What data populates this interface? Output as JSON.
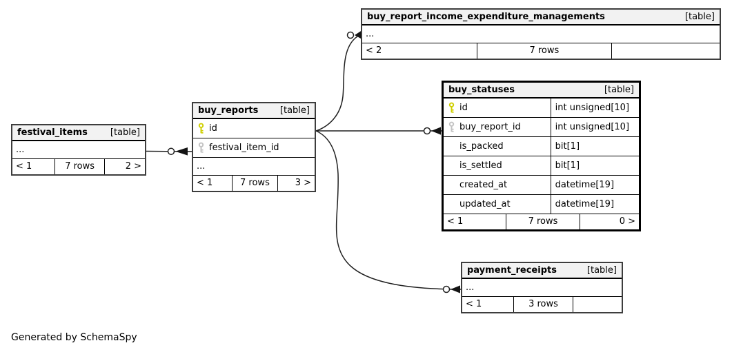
{
  "diagram": {
    "generator_note": "Generated by SchemaSpy",
    "type": "entity-relationship-diagram"
  },
  "colors": {
    "primary_key_icon": "#cfcf00",
    "foreign_key_icon": "#c3c3c3",
    "header_background": "#f2f2f2",
    "table_border": "#3d3d3d",
    "highlighted_table_border": "#000000"
  },
  "icons": {
    "primary_key": "key-icon",
    "foreign_key": "key-icon"
  },
  "tables": {
    "birem": {
      "title": "buy_report_income_expenditure_managements",
      "type_label": "[table]",
      "ellipsis": "...",
      "footer": {
        "left": "< 2",
        "center": "7 rows",
        "right": ""
      }
    },
    "festival_items": {
      "title": "festival_items",
      "type_label": "[table]",
      "ellipsis": "...",
      "footer": {
        "left": "< 1",
        "center": "7 rows",
        "right": "2 >"
      }
    },
    "buy_reports": {
      "title": "buy_reports",
      "type_label": "[table]",
      "columns": [
        {
          "name": "id",
          "key": "primary"
        },
        {
          "name": "festival_item_id",
          "key": "foreign"
        }
      ],
      "ellipsis": "...",
      "footer": {
        "left": "< 1",
        "center": "7 rows",
        "right": "3 >"
      }
    },
    "buy_statuses": {
      "title": "buy_statuses",
      "type_label": "[table]",
      "columns": [
        {
          "name": "id",
          "type": "int unsigned[10]",
          "key": "primary"
        },
        {
          "name": "buy_report_id",
          "type": "int unsigned[10]",
          "key": "foreign"
        },
        {
          "name": "is_packed",
          "type": "bit[1]",
          "key": "none"
        },
        {
          "name": "is_settled",
          "type": "bit[1]",
          "key": "none"
        },
        {
          "name": "created_at",
          "type": "datetime[19]",
          "key": "none"
        },
        {
          "name": "updated_at",
          "type": "datetime[19]",
          "key": "none"
        }
      ],
      "footer": {
        "left": "< 1",
        "center": "7 rows",
        "right": "0 >"
      }
    },
    "payment_receipts": {
      "title": "payment_receipts",
      "type_label": "[table]",
      "ellipsis": "...",
      "footer": {
        "left": "< 1",
        "center": "3 rows",
        "right": ""
      }
    }
  },
  "relationships": [
    {
      "from": "festival_items",
      "to": "buy_reports.festival_item_id"
    },
    {
      "from": "buy_reports.id",
      "to": "buy_report_income_expenditure_managements"
    },
    {
      "from": "buy_reports.id",
      "to": "buy_statuses.buy_report_id"
    },
    {
      "from": "buy_reports.id",
      "to": "payment_receipts"
    }
  ]
}
